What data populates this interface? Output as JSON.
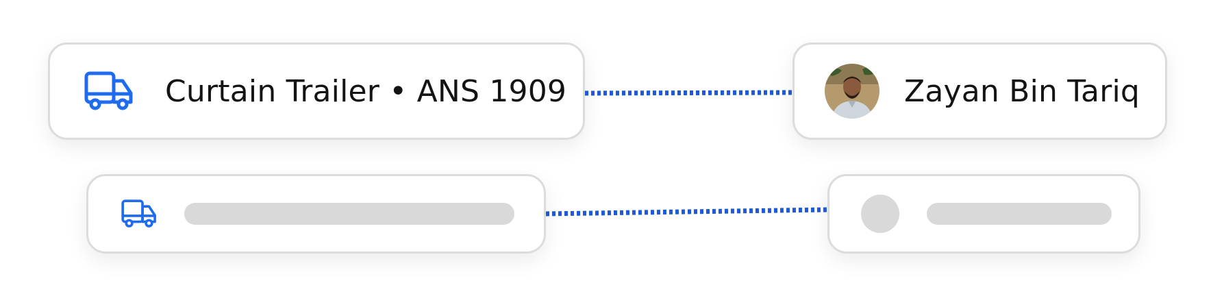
{
  "colors": {
    "accent": "#1f6bf0",
    "connector": "#1f5ad6",
    "placeholder": "#d9d9d9",
    "border": "#dcdcdc"
  },
  "top_row": {
    "vehicle": {
      "icon": "truck-icon",
      "label": "Curtain Trailer • ANS 1909"
    },
    "driver": {
      "avatar": "avatar",
      "name": "Zayan Bin Tariq"
    }
  },
  "bottom_row": {
    "vehicle": {
      "icon": "truck-icon",
      "placeholder": "skeleton-bar"
    },
    "driver": {
      "avatar": "placeholder-circle",
      "placeholder": "skeleton-bar"
    }
  }
}
